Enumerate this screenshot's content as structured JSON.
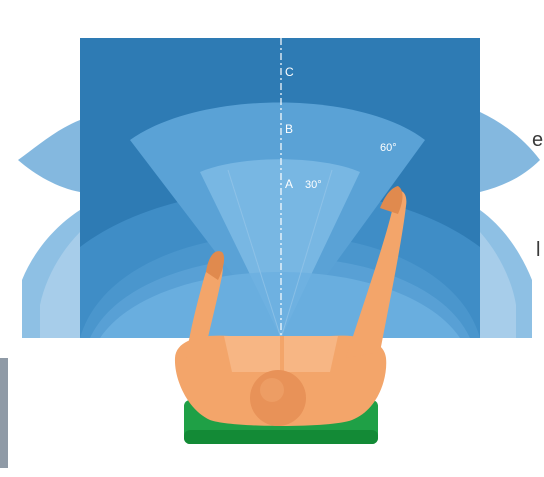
{
  "diagram": {
    "zone_labels": {
      "a": "A",
      "b": "B",
      "c": "C"
    },
    "angle_labels": {
      "inner": "30°",
      "outer": "60°"
    },
    "cropped_side_text": [
      "e",
      "l"
    ],
    "colors": {
      "background": "#ffffff",
      "panel_outer": "#2e7bb4",
      "band_c": "#3f8dc6",
      "band_b": "#5aa2d6",
      "sector_a": "#78b7e3",
      "side_wing": "#6fa9d6",
      "side_wing_light": "#9fc8e8",
      "skin": "#f3a56a",
      "skin_shadow": "#e08a4e",
      "chair_green": "#1fa046",
      "chair_dark": "#138a36",
      "photo_grey": "#8f9aa6"
    }
  }
}
